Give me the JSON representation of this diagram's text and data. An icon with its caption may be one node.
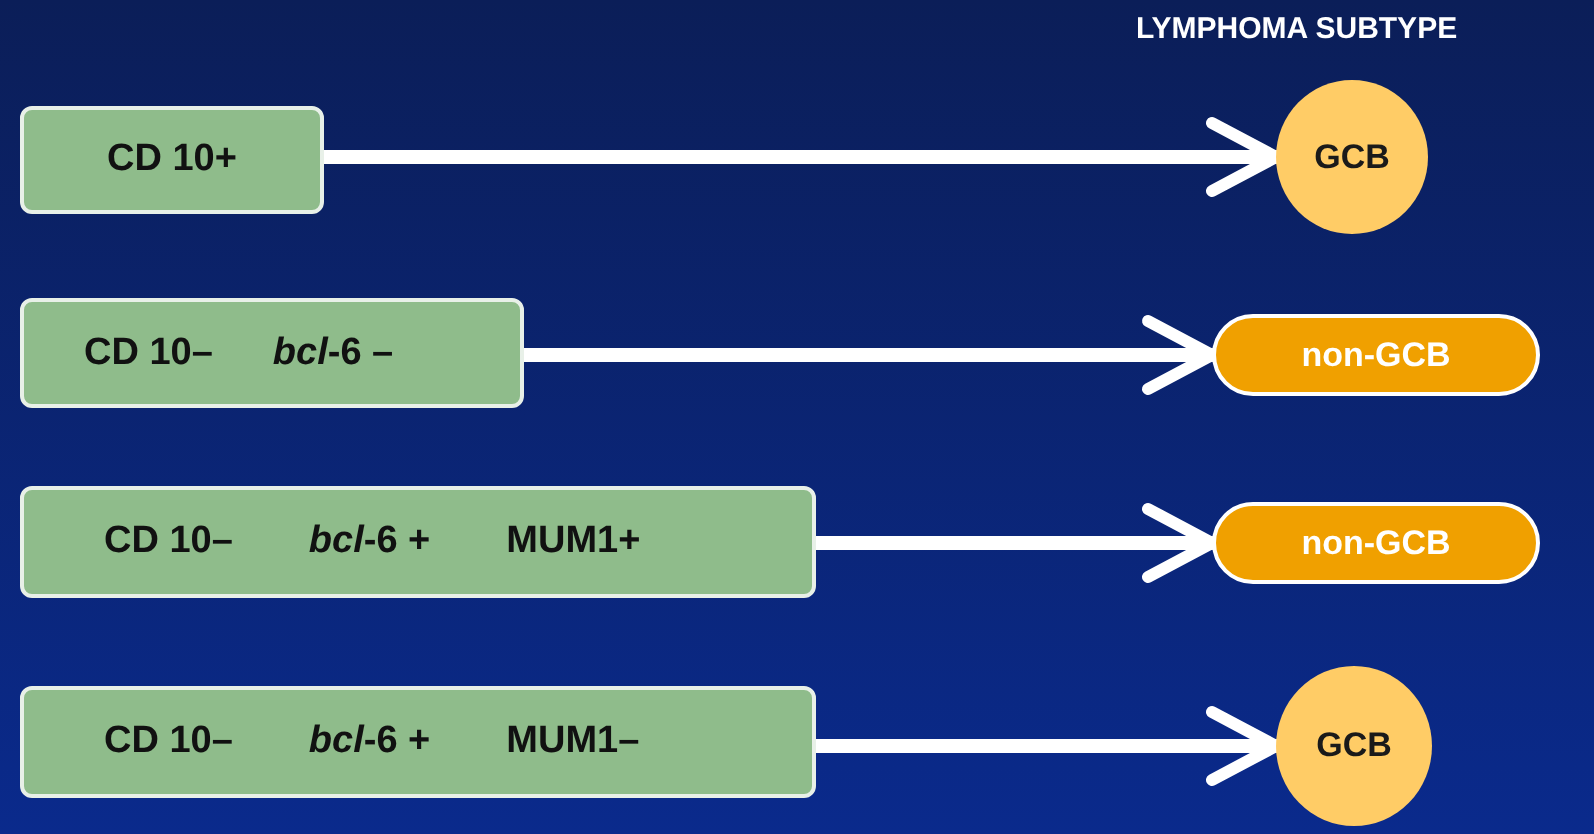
{
  "diagram": {
    "title": "LYMPHOMA SUBTYPE",
    "nodes": [
      {
        "text": [
          "CD 10+"
        ]
      },
      {
        "text": [
          "GCB"
        ]
      },
      {
        "text": [
          "CD 10–",
          "*bcl*-6 –"
        ]
      },
      {
        "text": [
          "non-GCB"
        ]
      },
      {
        "text": [
          "CD 10–",
          "*bcl*-6 +",
          "MUM1+"
        ]
      },
      {
        "text": [
          "non-GCB"
        ]
      },
      {
        "text": [
          "CD 10–",
          "*bcl*-6 +",
          "MUM1–"
        ]
      },
      {
        "text": [
          "GCB"
        ]
      }
    ],
    "edges": [
      {
        "from": 0,
        "to": 1,
        "arrow": "to"
      },
      {
        "from": 2,
        "to": 3,
        "arrow": "to"
      },
      {
        "from": 4,
        "to": 5,
        "arrow": "to"
      },
      {
        "from": 6,
        "to": 7,
        "arrow": "to"
      }
    ]
  }
}
